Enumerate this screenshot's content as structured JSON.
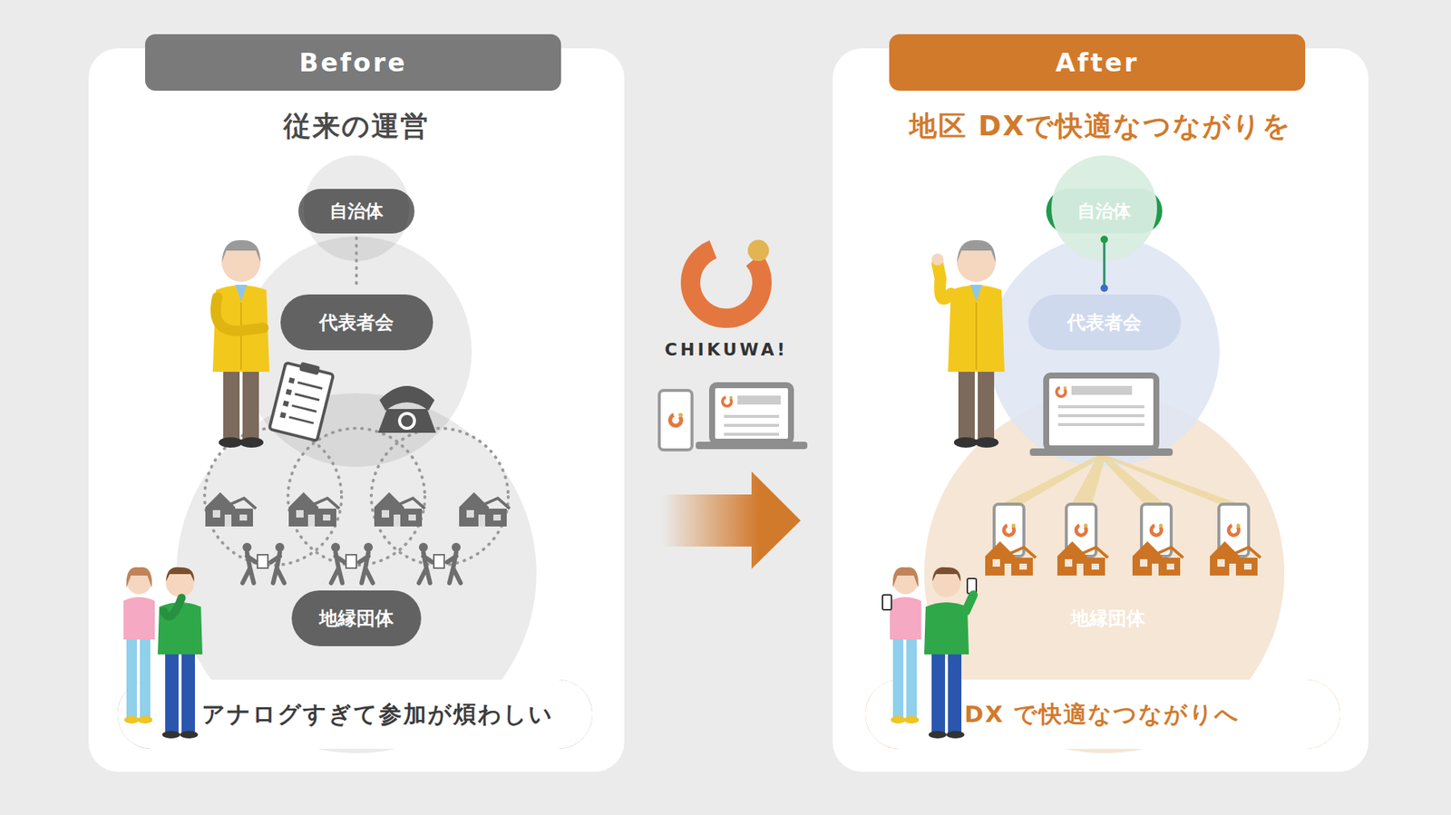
{
  "diagram": {
    "nodes": [
      {
        "text": [
          "従来の運営"
        ]
      },
      {
        "text": [
          "Before"
        ],
        "in": 0
      },
      {
        "text": [
          "自治体"
        ],
        "in": 0
      },
      {
        "text": [
          "代表者会"
        ],
        "in": 0
      },
      {
        "text": [
          "地縁団体"
        ],
        "in": 0
      },
      {
        "text": [
          "アナログすぎて参加が煩わしい"
        ],
        "in": 0
      },
      {
        "text": [
          "地区 DXで快適なつながりを"
        ]
      },
      {
        "text": [
          "After"
        ],
        "in": 6
      },
      {
        "text": [
          "自治体"
        ],
        "in": 6
      },
      {
        "text": [
          "代表者会"
        ],
        "in": 6
      },
      {
        "text": [
          "地縁団体"
        ],
        "in": 6
      },
      {
        "text": [
          "DX で快適なつながりへ"
        ],
        "in": 6
      }
    ],
    "edges": [
      {
        "from": 2,
        "to": 3,
        "arrow": "none"
      },
      {
        "from": 8,
        "to": 9,
        "arrow": "none"
      }
    ],
    "labels": [
      "CHIKUWA!"
    ]
  }
}
